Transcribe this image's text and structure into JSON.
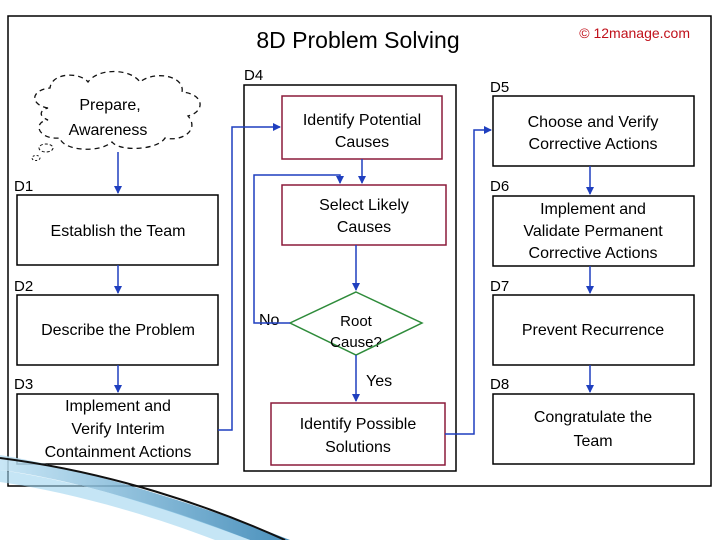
{
  "title": "8D Problem Solving",
  "credit": "© 12manage.com",
  "cloud": {
    "lines": [
      "Prepare,",
      "Awareness"
    ]
  },
  "steps": [
    {
      "id": "D1",
      "label": [
        "Establish the Team"
      ]
    },
    {
      "id": "D2",
      "label": [
        "Describe the Problem"
      ]
    },
    {
      "id": "D3",
      "label": [
        "Implement and",
        "Verify Interim",
        "Containment Actions"
      ]
    },
    {
      "id": "D4",
      "label": []
    },
    {
      "id": "D5",
      "label": [
        "Choose and Verify",
        "Corrective Actions"
      ]
    },
    {
      "id": "D6",
      "label": [
        "Implement and",
        "Validate Permanent",
        "Corrective Actions"
      ]
    },
    {
      "id": "D7",
      "label": [
        "Prevent Recurrence"
      ]
    },
    {
      "id": "D8",
      "label": [
        "Congratulate the",
        "Team"
      ]
    }
  ],
  "d4_boxes": {
    "identify_causes": [
      "Identify Potential",
      "Causes"
    ],
    "select_causes": [
      "Select Likely",
      "Causes"
    ],
    "root_cause": [
      "Root",
      "Cause?"
    ],
    "identify_solutions": [
      "Identify Possible",
      "Solutions"
    ]
  },
  "branch_labels": {
    "no": "No",
    "yes": "Yes"
  },
  "colors": {
    "arrow": "#1f3fbf",
    "cause_border": "#8b1a3a",
    "frame": "#000000",
    "diamond_border": "#2e8b3a",
    "accent": "#6ab0d8"
  }
}
